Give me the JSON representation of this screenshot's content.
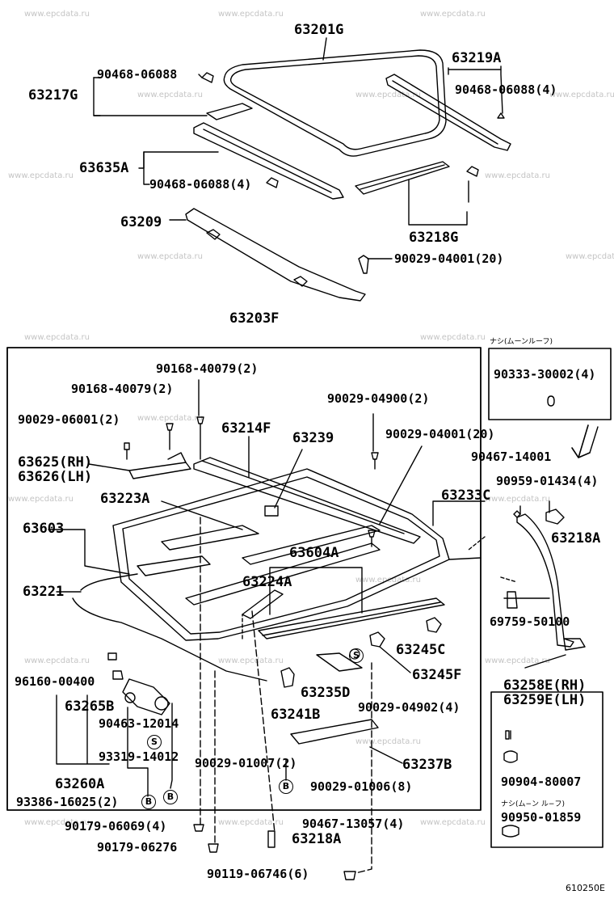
{
  "watermark": "www.epcdata.ru",
  "diagram_code": "610250E",
  "notes": {
    "without_moon_roof_top": "ナシ(ムーンルーフ)",
    "without_moon_roof_bottom": "ナシ(ム−ン ル−フ)"
  },
  "labels": {
    "p63201G": "63201G",
    "p63219A": "63219A",
    "p90468_06088_a": "90468-06088",
    "p90468_06088_4a": "90468-06088(4)",
    "p63217G": "63217G",
    "p63635A": "63635A",
    "p90468_06088_4b": "90468-06088(4)",
    "p63209": "63209",
    "p63218G": "63218G",
    "p90029_04001_20a": "90029-04001(20)",
    "p63203F": "63203F",
    "p90168_40079_2a": "90168-40079(2)",
    "p90168_40079_2b": "90168-40079(2)",
    "p90029_04900_2": "90029-04900(2)",
    "p90029_06001_2": "90029-06001(2)",
    "p63214F": "63214F",
    "p63239": "63239",
    "p90029_04001_20b": "90029-04001(20)",
    "p90333_30002_4": "90333-30002(4)",
    "p63625": "63625(RH)",
    "p63626": "63626(LH)",
    "p90467_14001": "90467-14001",
    "p90959_01434_4": "90959-01434(4)",
    "p63223A": "63223A",
    "p63233C": "63233C",
    "p63603": "63603",
    "p63218A_a": "63218A",
    "p63604A": "63604A",
    "p63221": "63221",
    "p63224A": "63224A",
    "p69759_50100": "69759-50100",
    "p63245C": "63245C",
    "p96160_00400": "96160-00400",
    "p63245F": "63245F",
    "p63258E": "63258E(RH)",
    "p63259E": "63259E(LH)",
    "p63265B": "63265B",
    "p63235D": "63235D",
    "p90463_12014": "90463-12014",
    "p63241B": "63241B",
    "p90029_04902_4": "90029-04902(4)",
    "p93319_14012": "93319-14012",
    "p90029_01007_2": "90029-01007(2)",
    "p63237B": "63237B",
    "p63260A": "63260A",
    "p90904_80007": "90904-80007",
    "p90029_01006_8": "90029-01006(8)",
    "p93386_16025_2": "93386-16025(2)",
    "p90950_01859": "90950-01859",
    "p90179_06069_4": "90179-06069(4)",
    "p90467_13057_4": "90467-13057(4)",
    "p90179_06276": "90179-06276",
    "p63218A_b": "63218A",
    "p90119_06746_6": "90119-06746(6)"
  },
  "markers": {
    "S": "S",
    "B": "B"
  }
}
